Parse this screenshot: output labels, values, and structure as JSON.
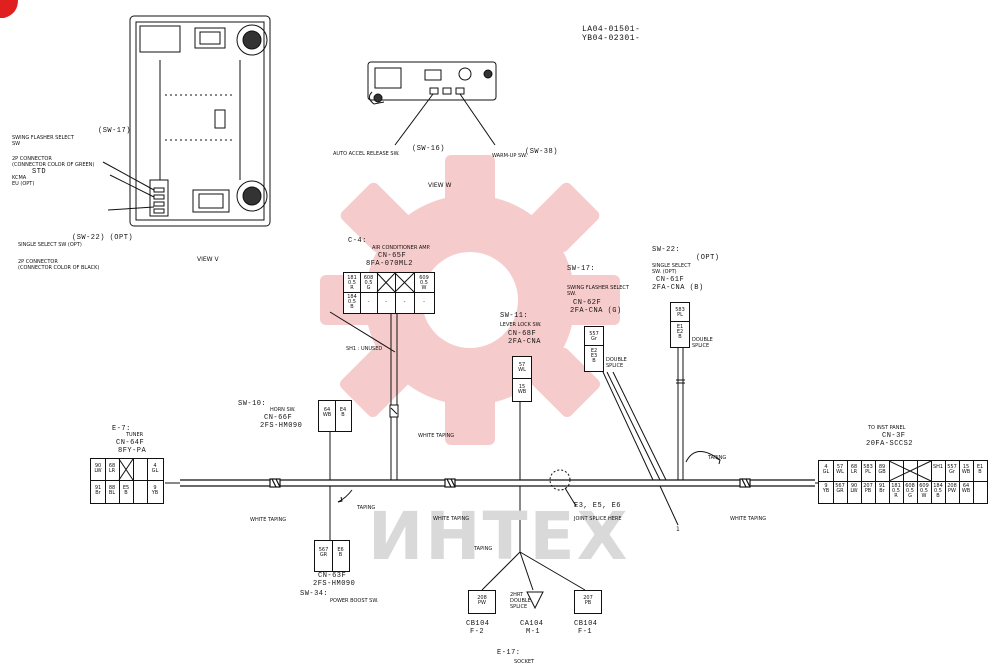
{
  "header_refs": {
    "line1": "LA04-01501-",
    "line2": "YB04-02301-"
  },
  "watermark_text": "ИНТЕХ",
  "colors": {
    "accent_red": "#e01f1f",
    "line": "#111111",
    "watermark_gear": "#f6c6c6",
    "watermark_text": "#d9d9d9"
  },
  "view_v": {
    "title": "VIEW V",
    "sw17_ref": "(SW-17)",
    "swing_flasher": "SWING FLASHER SELECT\nSW",
    "connector_green": "2P CONNECTOR\n(CONNECTOR COLOR OF GREEN)",
    "std": "STD",
    "kcma": "KCMA\nEU (OPT)",
    "sw22_ref": "(SW-22) (OPT)",
    "single_select": "SINGLE SELECT SW (OPT)",
    "connector_black": "2P CONNECTOR\n(CONNECTOR COLOR OF BLACK)"
  },
  "view_w": {
    "title": "VIEW W",
    "sw16_ref": "(SW-16)",
    "auto_accel": "AUTO ACCEL RELEASE SW.",
    "sw38_ref": "(SW-38)",
    "warm_up": "WARM-UP SW."
  },
  "connectors": {
    "c4": {
      "id": "C-4:",
      "name": "AIR CONDITIONER AMP.",
      "code": "CN-65F",
      "spec": "8FA-070ML2",
      "cells": [
        "181\n0.5\nR",
        "608\n0.5\nG",
        "",
        "",
        "609\n0.5\nW",
        "184\n0.5\nB",
        "-",
        "-",
        "-",
        "-"
      ]
    },
    "sh1": "SH1 : UNUSED",
    "sw10": {
      "id": "SW-10:",
      "name": "HORN SW.",
      "code": "CN-66F",
      "spec": "2FS-HM090",
      "cells": [
        "64\nWB",
        "E4\nB"
      ]
    },
    "sw11": {
      "id": "SW-11:",
      "name": "LEVER LOCK SW.",
      "code": "CN-68F",
      "spec": "2FA-CNA",
      "cells": [
        "57\nWL",
        "15\nWB"
      ]
    },
    "sw17": {
      "id": "SW-17:",
      "name": "SWING FLASHER SELECT\nSW.",
      "code": "CN-62F",
      "spec": "2FA-CNA (G)",
      "cells": [
        "557\nGr",
        "E2\nE3\nB"
      ],
      "splice": "DOUBLE\nSPLICE"
    },
    "sw22": {
      "id": "SW-22:",
      "opt": "(OPT)",
      "name": "SINGLE SELECT\nSW. (OPT)",
      "code": "CN-61F",
      "spec": "2FA-CNA (B)",
      "cells": [
        "583\nPL",
        "E1\nE2\nB"
      ],
      "splice": "DOUBLE\nSPLICE"
    },
    "e7": {
      "id": "E-7:",
      "name": "TUNER",
      "code": "CN-64F",
      "spec": "8FY-PA",
      "cells": [
        "90\nLW",
        "68\nLR",
        "",
        "4\nGL",
        "91\nBr",
        "88\nBL",
        "E5\nB",
        "9\nYB"
      ]
    },
    "sw34": {
      "code": "CN-63F",
      "spec": "2FS-HM090",
      "id": "SW-34:",
      "name": "POWER BOOST SW.",
      "cells": [
        "567\nGR",
        "E6\nB"
      ]
    },
    "inst": {
      "title": "TO INST PANEL",
      "code": "CN-3F",
      "spec": "20FA-SCCS2",
      "top": [
        "4\nGL",
        "57\nWL",
        "68\nLR",
        "583\nPL",
        "89\nGB",
        "",
        "",
        "",
        "SH1",
        "557\nGr",
        "15\nWB",
        "E1\nB"
      ],
      "bottom": [
        "9\nYB",
        "567\nGR",
        "90\nLW",
        "207\nPB",
        "91\nBr",
        "181\n0.5\nR",
        "608\n0.5\nG",
        "609\n0.5\nW",
        "184\n0.5\nB",
        "208\nPW",
        "64\nWB",
        ""
      ]
    },
    "socket": {
      "title": "E-17:",
      "name": "SOCKET",
      "left": {
        "cell": "208\nPW",
        "code": "CB104",
        "pin": "F-2"
      },
      "mid": {
        "label": "2HRT\nDOUBLE\nSPLICE",
        "code": "CA104",
        "pin": "M-1"
      },
      "right": {
        "cell": "207\nPB",
        "code": "CB104",
        "pin": "F-1"
      }
    }
  },
  "labels": {
    "white_taping": "WHITE TAPING",
    "taping": "TAPING",
    "joint_ref": "E3, E5, E6",
    "joint_splice": "JOINT SPLICE HERE",
    "marker_1": "1"
  }
}
